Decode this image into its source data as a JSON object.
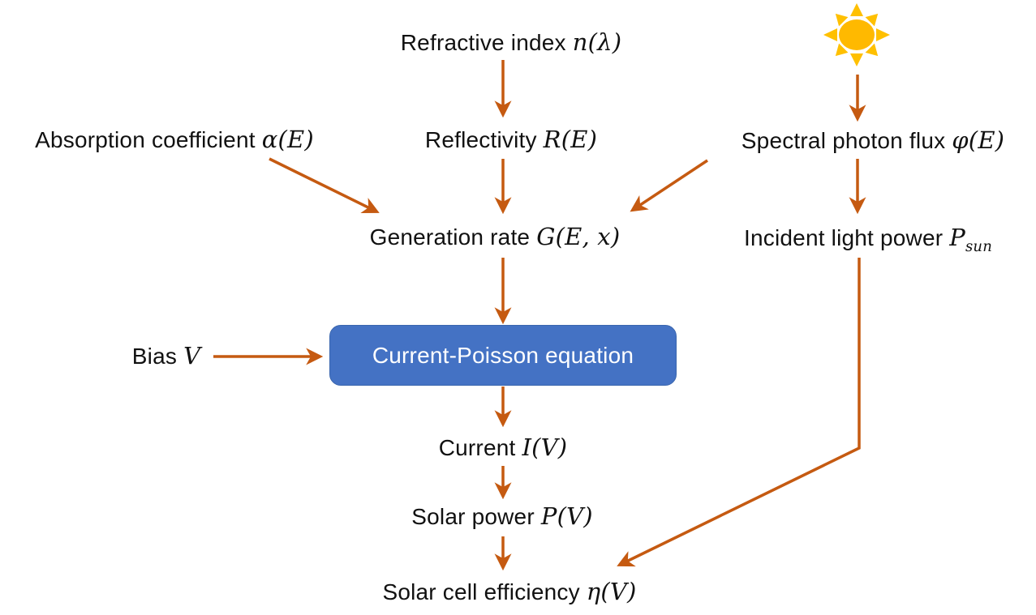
{
  "diagram": {
    "description": "Solar cell simulation flowchart",
    "nodes": {
      "refractive_index": {
        "label": "Refractive index",
        "math": "n(λ)"
      },
      "absorption": {
        "label": "Absorption coefficient",
        "math": "α(E)"
      },
      "reflectivity": {
        "label": "Reflectivity",
        "math": "R(E)"
      },
      "spectral_flux": {
        "label": "Spectral photon flux",
        "math": "φ(E)"
      },
      "generation": {
        "label": "Generation rate",
        "math": "G(E, x)"
      },
      "incident_power": {
        "label": "Incident light power",
        "math_base": "P",
        "math_sub": "sun"
      },
      "bias": {
        "label": "Bias",
        "math": "V"
      },
      "solver_box": {
        "label": "Current-Poisson equation"
      },
      "current": {
        "label": "Current",
        "math": "I(V)"
      },
      "solar_power": {
        "label": "Solar power",
        "math": "P(V)"
      },
      "efficiency": {
        "label": "Solar cell efficiency",
        "math": "η(V)"
      }
    },
    "edges": [
      "refractive_index -> reflectivity",
      "sun -> spectral_flux",
      "absorption -> generation",
      "reflectivity -> generation",
      "spectral_flux -> generation",
      "spectral_flux -> incident_power",
      "generation -> solver_box",
      "bias -> solver_box",
      "solver_box -> current",
      "current -> solar_power",
      "solar_power -> efficiency",
      "incident_power -> efficiency"
    ],
    "icons": {
      "sun": "sun-icon"
    }
  },
  "colors": {
    "arrow": "#C55A11",
    "box_fill": "#4472C4",
    "box_border": "#3A66AE",
    "box_text": "#FFFFFF",
    "sun_core": "#FFB900",
    "sun_rays": "#FFC000",
    "text": "#111111",
    "background": "#FFFFFF"
  }
}
